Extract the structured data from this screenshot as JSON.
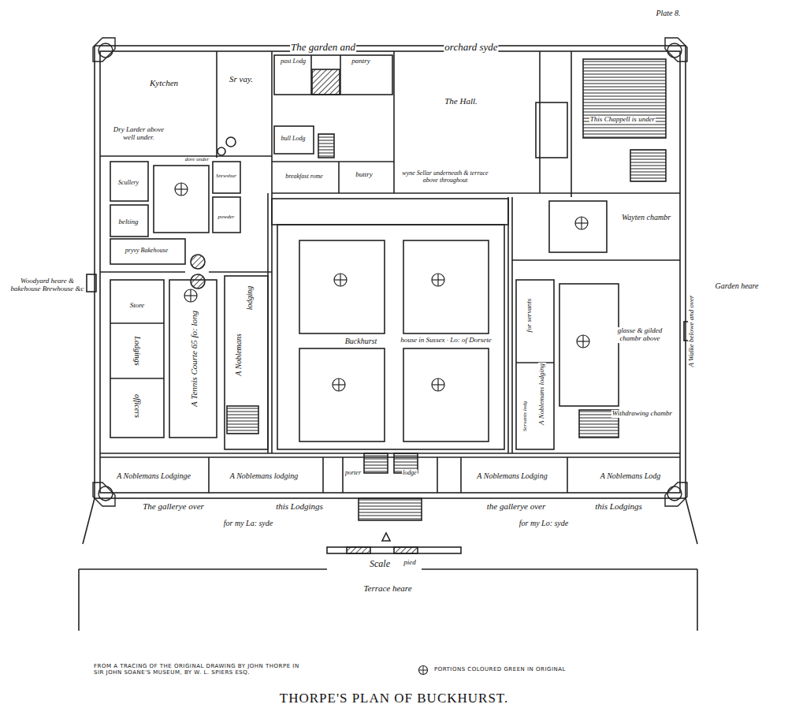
{
  "diagram": {
    "title": "THORPE'S PLAN OF BUCKHURST.",
    "caption": "FROM A TRACING OF THE ORIGINAL DRAWING BY JOHN THORPE IN SIR JOHN SOANE'S MUSEUM, BY W. L. SPIERS ESQ.",
    "labels": [
      "Plate 8.",
      "The garden and",
      "orchard syde",
      "Kytchen",
      "Sr vay.",
      "past Lodg",
      "pantry",
      "The Hall.",
      "This Chappell is under",
      "Dry Larder above well under.",
      "dore under",
      "bull Lodg",
      "buttry",
      "breakfast rome",
      "wyne Sellar underneath & terrace above throughout",
      "Scullery",
      "Srewshur",
      "powder",
      "belting",
      "pryvy Bakehouse",
      "Woodyard heare & bakehouse Brewhouse &c",
      "Store",
      "Lodgings",
      "officers",
      "A Tennis Courte 65 fo: long",
      "A Noblemans",
      "lodging",
      "Buckhurst",
      "house in Sussex · Lo: of Dorsete",
      "Wayten chambr",
      "A Walke belowe and over",
      "Garden heare",
      "for servants",
      "glasse & gilded chambr above",
      "A Noblemans lodging",
      "Servants lodg",
      "Withdrawing chambr",
      "A Noblemans Lodginge",
      "A Noblemans lodging",
      "porter",
      "lodge",
      "A Noblemans Lodging",
      "A Noblemans Lodg",
      "The gallerye over",
      "this Lodgings",
      "the gallerye over",
      "this Lodgings",
      "for my La: syde",
      "for my Lo: syde",
      "Scale",
      "pied",
      "Terrace heare"
    ],
    "legend": [
      {
        "text": "PORTIONS COLOURED GREEN IN ORIGINAL"
      }
    ]
  }
}
